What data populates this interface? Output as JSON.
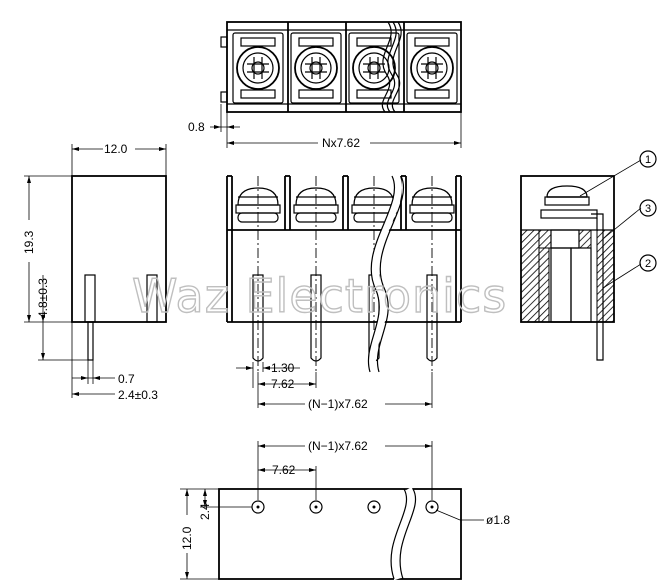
{
  "watermark": "Waz Electronics",
  "dimensions": {
    "top_offset": "0.8",
    "top_width": "Nx7.62",
    "side_width": "12.0",
    "side_height": "19.3",
    "side_pin_height": "4.8±0.3",
    "pin_thickness": "0.7",
    "pin_length": "2.4±0.3",
    "front_pin_width": "1.30",
    "front_pitch": "7.62",
    "front_span": "(N−1)x7.62",
    "bottom_span": "(N−1)x7.62",
    "bottom_pitch": "7.62",
    "bottom_width": "12.0",
    "bottom_offset": "2.4",
    "hole_diameter": "ø1.8"
  },
  "callouts": [
    "1",
    "3",
    "2"
  ]
}
